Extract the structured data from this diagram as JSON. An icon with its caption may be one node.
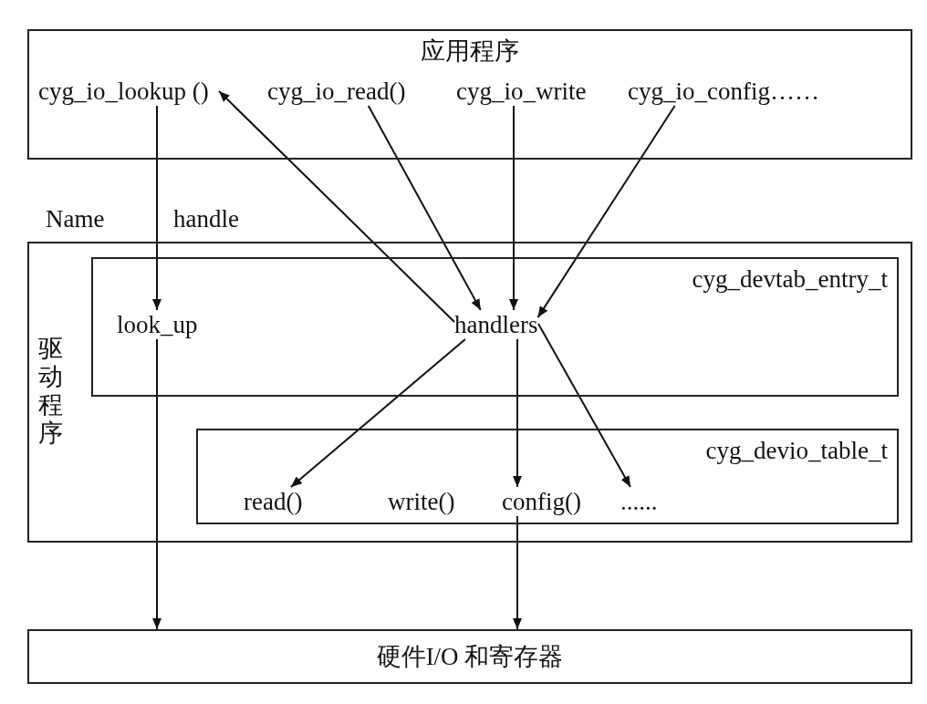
{
  "diagram": {
    "nodes": [
      {
        "text": [
          "应用程序"
        ]
      },
      {
        "text": [
          "cyg_io_lookup ()"
        ],
        "in": 0
      },
      {
        "text": [
          "cyg_io_read()"
        ],
        "in": 0
      },
      {
        "text": [
          "cyg_io_write"
        ],
        "in": 0
      },
      {
        "text": [
          "cyg_io_config……"
        ],
        "in": 0
      },
      {
        "text": [
          "驱动程序"
        ]
      },
      {
        "text": [
          "cyg_devtab_entry_t"
        ],
        "in": 5
      },
      {
        "text": [
          "look_up"
        ],
        "in": 6
      },
      {
        "text": [
          "handlers"
        ],
        "in": 6
      },
      {
        "text": [
          "cyg_devio_table_t"
        ],
        "in": 5
      },
      {
        "text": [
          "read()"
        ],
        "in": 9
      },
      {
        "text": [
          "write()"
        ],
        "in": 9
      },
      {
        "text": [
          "config()"
        ],
        "in": 9
      },
      {
        "text": [
          "......"
        ],
        "in": 9
      },
      {
        "text": [
          "硬件I/O 和寄存器"
        ]
      }
    ],
    "edges": [
      {
        "from": 1,
        "to": 7,
        "arrow": "to"
      },
      {
        "from": 8,
        "to": 1,
        "arrow": "to"
      },
      {
        "from": 2,
        "to": 8,
        "arrow": "to"
      },
      {
        "from": 3,
        "to": 8,
        "arrow": "to"
      },
      {
        "from": 4,
        "to": 8,
        "arrow": "to"
      },
      {
        "from": 8,
        "to": 10,
        "arrow": "to"
      },
      {
        "from": 8,
        "to": 12,
        "arrow": "to"
      },
      {
        "from": 8,
        "to": 13,
        "arrow": "to"
      },
      {
        "from": 7,
        "to": 14,
        "arrow": "to"
      },
      {
        "from": 12,
        "to": 14,
        "arrow": "to"
      }
    ],
    "labels": [
      "Name",
      "handle"
    ]
  }
}
